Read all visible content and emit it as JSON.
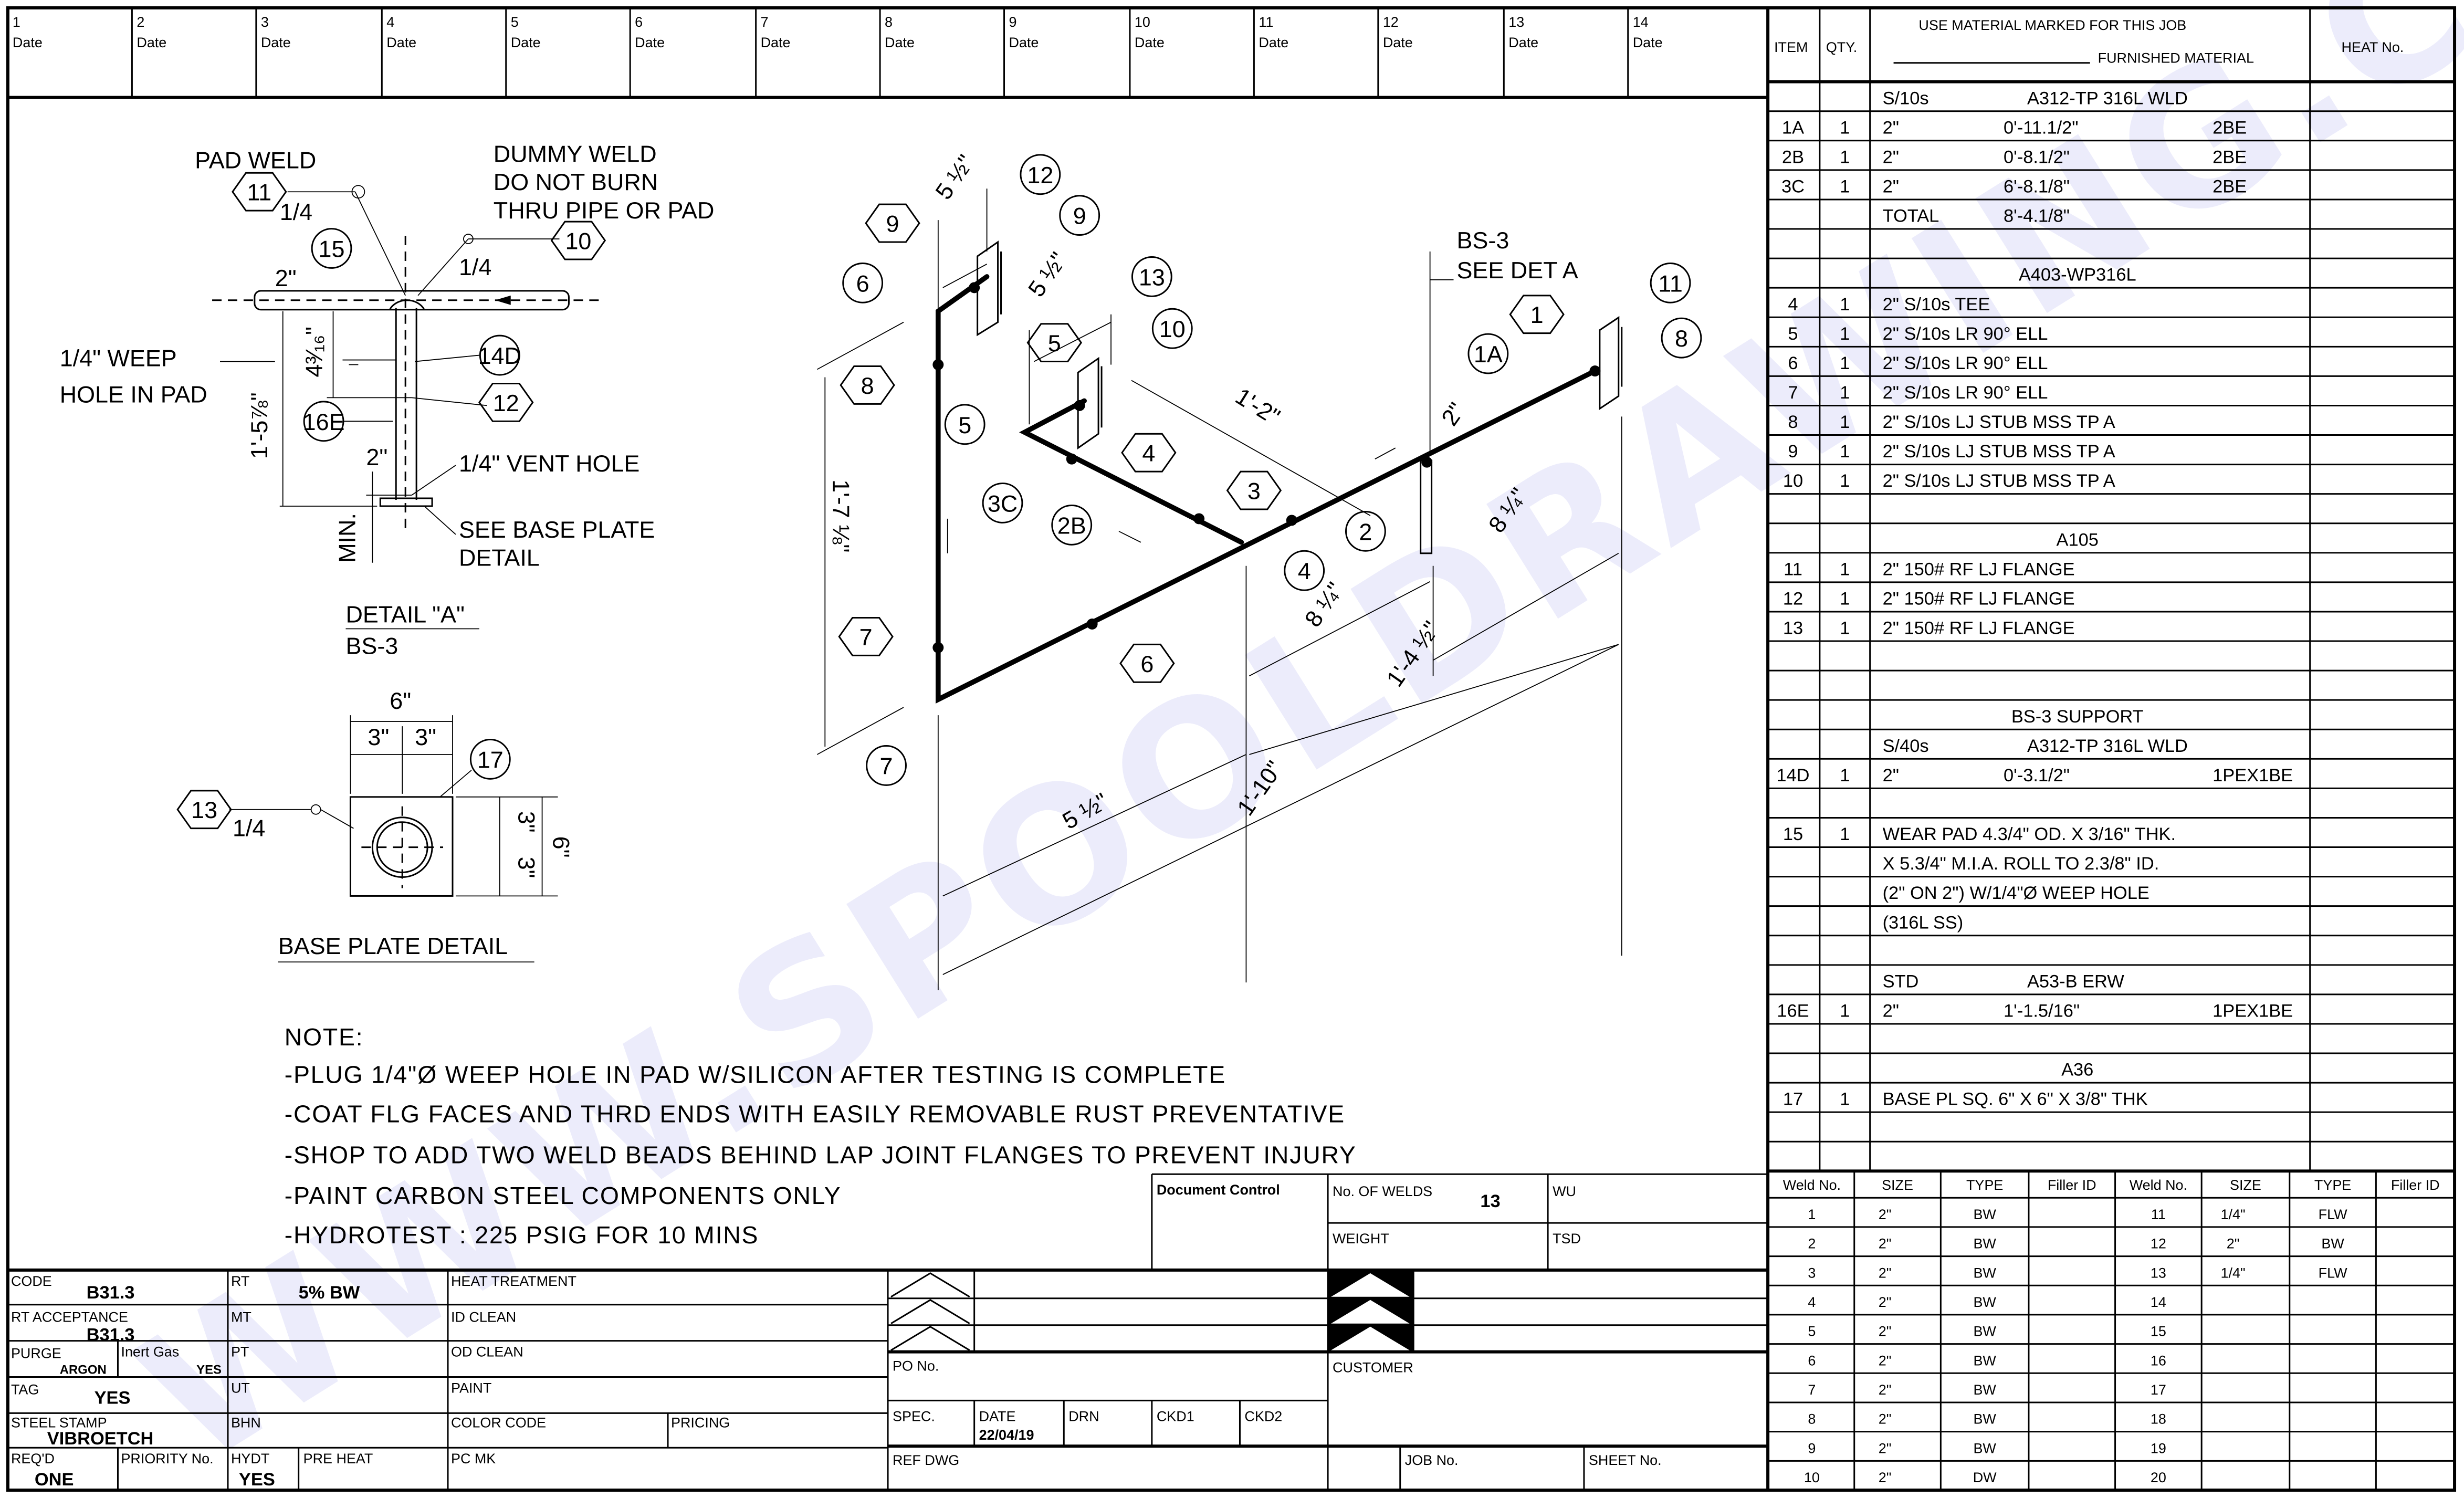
{
  "watermark": "WWW.SPOOLDRAWING.COM",
  "revisions": [
    {
      "num": "1",
      "label": "Date"
    },
    {
      "num": "2",
      "label": "Date"
    },
    {
      "num": "3",
      "label": "Date"
    },
    {
      "num": "4",
      "label": "Date"
    },
    {
      "num": "5",
      "label": "Date"
    },
    {
      "num": "6",
      "label": "Date"
    },
    {
      "num": "7",
      "label": "Date"
    },
    {
      "num": "8",
      "label": "Date"
    },
    {
      "num": "9",
      "label": "Date"
    },
    {
      "num": "10",
      "label": "Date"
    },
    {
      "num": "11",
      "label": "Date"
    },
    {
      "num": "12",
      "label": "Date"
    },
    {
      "num": "13",
      "label": "Date"
    },
    {
      "num": "14",
      "label": "Date"
    }
  ],
  "material": {
    "headers": {
      "item": "ITEM",
      "qty": "QTY.",
      "use_line": "USE MATERIAL MARKED FOR THIS JOB",
      "furnished": "FURNISHED MATERIAL",
      "heat": "HEAT No."
    },
    "rows": [
      {
        "text": "S/10s",
        "spec": "A312-TP 316L   WLD"
      },
      {
        "item": "1A",
        "qty": "1",
        "text": "2\"",
        "mid": "0'-11.1/2\"",
        "right": "2BE"
      },
      {
        "item": "2B",
        "qty": "1",
        "text": "2\"",
        "mid": "0'-8.1/2\"",
        "right": "2BE"
      },
      {
        "item": "3C",
        "qty": "1",
        "text": "2\"",
        "mid": "6'-8.1/8\"",
        "right": "2BE"
      },
      {
        "text": "TOTAL",
        "mid": "8'-4.1/8\""
      },
      {},
      {
        "center": "A403-WP316L"
      },
      {
        "item": "4",
        "qty": "1",
        "text": "2\" S/10s TEE"
      },
      {
        "item": "5",
        "qty": "1",
        "text": "2\" S/10s LR 90° ELL"
      },
      {
        "item": "6",
        "qty": "1",
        "text": "2\" S/10s LR 90° ELL"
      },
      {
        "item": "7",
        "qty": "1",
        "text": "2\" S/10s LR 90° ELL"
      },
      {
        "item": "8",
        "qty": "1",
        "text": "2\" S/10s LJ STUB MSS TP A"
      },
      {
        "item": "9",
        "qty": "1",
        "text": "2\" S/10s LJ STUB MSS TP A"
      },
      {
        "item": "10",
        "qty": "1",
        "text": "2\" S/10s LJ STUB MSS TP A"
      },
      {},
      {
        "center": "A105"
      },
      {
        "item": "11",
        "qty": "1",
        "text": "2\" 150# RF LJ FLANGE"
      },
      {
        "item": "12",
        "qty": "1",
        "text": "2\" 150# RF LJ FLANGE"
      },
      {
        "item": "13",
        "qty": "1",
        "text": "2\" 150# RF LJ FLANGE"
      },
      {},
      {},
      {
        "center": "BS-3 SUPPORT"
      },
      {
        "text": "S/40s",
        "spec": "A312-TP 316L   WLD"
      },
      {
        "item": "14D",
        "qty": "1",
        "text": "2\"",
        "mid": "0'-3.1/2\"",
        "right": "1PEX1BE"
      },
      {},
      {
        "item": "15",
        "qty": "1",
        "text": "WEAR PAD 4.3/4\" OD. X 3/16\" THK."
      },
      {
        "text": "X 5.3/4\" M.I.A. ROLL TO 2.3/8\" ID."
      },
      {
        "text": "(2\" ON 2\") W/1/4\"Ø WEEP HOLE"
      },
      {
        "text": "(316L SS)"
      },
      {},
      {
        "text": "STD",
        "spec": "A53-B ERW"
      },
      {
        "item": "16E",
        "qty": "1",
        "text": "2\"",
        "mid": "1'-1.5/16\"",
        "right": "1PEX1BE"
      },
      {},
      {
        "center": "A36"
      },
      {
        "item": "17",
        "qty": "1",
        "text": "BASE PL SQ. 6\" X 6\" X 3/8\" THK"
      },
      {},
      {}
    ]
  },
  "welds": {
    "headers": [
      "Weld No.",
      "SIZE",
      "TYPE",
      "Filler ID",
      "Weld No.",
      "SIZE",
      "TYPE",
      "Filler ID"
    ],
    "rows": [
      [
        "1",
        "2\"",
        "BW",
        "",
        "11",
        "1/4\"",
        "FLW",
        ""
      ],
      [
        "2",
        "2\"",
        "BW",
        "",
        "12",
        "2\"",
        "BW",
        ""
      ],
      [
        "3",
        "2\"",
        "BW",
        "",
        "13",
        "1/4\"",
        "FLW",
        ""
      ],
      [
        "4",
        "2\"",
        "BW",
        "",
        "14",
        "",
        "",
        ""
      ],
      [
        "5",
        "2\"",
        "BW",
        "",
        "15",
        "",
        "",
        ""
      ],
      [
        "6",
        "2\"",
        "BW",
        "",
        "16",
        "",
        "",
        ""
      ],
      [
        "7",
        "2\"",
        "BW",
        "",
        "17",
        "",
        "",
        ""
      ],
      [
        "8",
        "2\"",
        "BW",
        "",
        "18",
        "",
        "",
        ""
      ],
      [
        "9",
        "2\"",
        "BW",
        "",
        "19",
        "",
        "",
        ""
      ],
      [
        "10",
        "2\"",
        "DW",
        "",
        "20",
        "",
        "",
        ""
      ]
    ]
  },
  "title_block": {
    "code_label": "CODE",
    "code": "B31.3",
    "rt_label": "RT",
    "rt": "5% BW",
    "heat_treatment": "HEAT TREATMENT",
    "rt_acceptance_label": "RT ACCEPTANCE",
    "rt_acceptance": "B31.3",
    "mt": "MT",
    "id_clean": "ID CLEAN",
    "purge_label": "PURGE",
    "purge": "ARGON",
    "inert_gas_label": "Inert Gas",
    "inert_gas": "YES",
    "pt": "PT",
    "od_clean": "OD CLEAN",
    "tag_label": "TAG",
    "tag": "YES",
    "ut": "UT",
    "paint": "PAINT",
    "steel_stamp_label": "STEEL STAMP",
    "steel_stamp": "VIBROETCH",
    "bhn": "BHN",
    "color_code": "COLOR CODE",
    "pricing": "PRICING",
    "reqd_label": "REQ'D",
    "reqd": "ONE",
    "priority": "PRIORITY No.",
    "hydt_label": "HYDT",
    "hydt": "YES",
    "pre_heat": "PRE HEAT",
    "pc_mk": "PC MK",
    "document_control": "Document Control",
    "no_of_welds_label": "No. OF WELDS",
    "no_of_welds": "13",
    "wu": "WU",
    "weight": "WEIGHT",
    "tsd": "TSD",
    "po_no": "PO No.",
    "customer": "CUSTOMER",
    "spec": "SPEC.",
    "date_label": "DATE",
    "date": "22/04/19",
    "drn": "DRN",
    "ckd1": "CKD1",
    "ckd2": "CKD2",
    "ref_dwg": "REF DWG",
    "job_no": "JOB No.",
    "sheet_no": "SHEET No."
  },
  "notes": {
    "heading": "NOTE:",
    "items": [
      "-PLUG 1/4\"Ø WEEP HOLE IN PAD W/SILICON AFTER TESTING IS COMPLETE",
      "-COAT FLG FACES AND THRD ENDS WITH EASILY REMOVABLE RUST PREVENTATIVE",
      "-SHOP TO ADD TWO WELD BEADS BEHIND LAP JOINT FLANGES TO PREVENT INJURY",
      "-PAINT CARBON STEEL COMPONENTS ONLY",
      "-HYDROTEST : 225 PSIG FOR 10 MINS"
    ]
  },
  "drawing": {
    "labels": [
      "PAD WELD",
      "DUMMY WELD",
      "DO NOT BURN",
      "THRU PIPE OR PAD",
      "1/4",
      "1/4",
      "2\"",
      "1/4\" WEEP",
      "HOLE IN PAD",
      "1'-5⅞\"",
      "4³⁄₁₆\"",
      "2\"",
      "1/4\" VENT HOLE",
      "SEE BASE PLATE",
      "DETAIL",
      "MIN.",
      "DETAIL \"A\"",
      "BS-3",
      "6\"",
      "3\"",
      "3\"",
      "1/4",
      "3\"",
      "3\"",
      "6\"",
      "BASE PLATE DETAIL",
      "5 ½\"",
      "5 ½\"",
      "1'-2\"",
      "2\"",
      "BS-3",
      "SEE DET A",
      "8 ¼\"",
      "8 ¼\"",
      "1'-4 ½\"",
      "1'-7 ⅛\"",
      "5 ½\"",
      "1'-10\""
    ],
    "callouts": [
      {
        "text": "11",
        "shape": "hex"
      },
      {
        "text": "15",
        "shape": "circle"
      },
      {
        "text": "10",
        "shape": "hex"
      },
      {
        "text": "14D",
        "shape": "circle"
      },
      {
        "text": "12",
        "shape": "hex"
      },
      {
        "text": "16E",
        "shape": "circle"
      },
      {
        "text": "17",
        "shape": "circle"
      },
      {
        "text": "13",
        "shape": "hex"
      },
      {
        "text": "9",
        "shape": "hex"
      },
      {
        "text": "12",
        "shape": "circle"
      },
      {
        "text": "9",
        "shape": "circle"
      },
      {
        "text": "6",
        "shape": "circle"
      },
      {
        "text": "13",
        "shape": "circle"
      },
      {
        "text": "10",
        "shape": "circle"
      },
      {
        "text": "5",
        "shape": "hex"
      },
      {
        "text": "8",
        "shape": "hex"
      },
      {
        "text": "5",
        "shape": "circle"
      },
      {
        "text": "4",
        "shape": "hex"
      },
      {
        "text": "3",
        "shape": "hex"
      },
      {
        "text": "3C",
        "shape": "circle"
      },
      {
        "text": "2B",
        "shape": "circle"
      },
      {
        "text": "2",
        "shape": "circle"
      },
      {
        "text": "4",
        "shape": "circle"
      },
      {
        "text": "7",
        "shape": "hex"
      },
      {
        "text": "6",
        "shape": "hex"
      },
      {
        "text": "7",
        "shape": "circle"
      },
      {
        "text": "1",
        "shape": "hex"
      },
      {
        "text": "1A",
        "shape": "circle"
      },
      {
        "text": "11",
        "shape": "circle"
      },
      {
        "text": "8",
        "shape": "circle"
      }
    ]
  }
}
